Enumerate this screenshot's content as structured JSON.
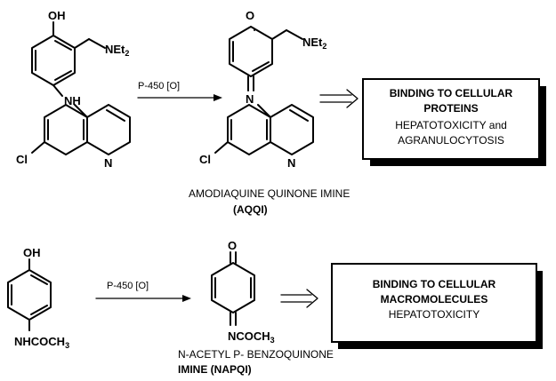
{
  "reaction1": {
    "reactant": {
      "oh": "OH",
      "net2": "NEt",
      "net2_sub": "2",
      "nh": "NH",
      "cl": "Cl",
      "n": "N"
    },
    "arrow_label": "P-450 [O]",
    "product": {
      "o": "O",
      "net2": "NEt",
      "net2_sub": "2",
      "n_imine": "N",
      "cl": "Cl",
      "n": "N"
    },
    "caption_line1": "AMODIAQUINE QUINONE IMINE",
    "caption_line2": "(AQQI)",
    "box": {
      "line1": "BINDING TO CELLULAR",
      "line2": "PROTEINS",
      "line3": "HEPATOTOXICITY and",
      "line4": "AGRANULOCYTOSIS"
    }
  },
  "reaction2": {
    "reactant": {
      "oh": "OH",
      "nhcoch3": "NHCOCH",
      "sub": "3"
    },
    "arrow_label": "P-450 [O]",
    "product": {
      "o": "O",
      "ncoch3": "NCOCH",
      "sub": "3"
    },
    "caption_line1": "N-ACETYL P- BENZOQUINONE",
    "caption_line2": "IMINE (NAPQI)",
    "box": {
      "line1": "BINDING TO CELLULAR",
      "line2": "MACROMOLECULES",
      "line3": "HEPATOTOXICITY"
    }
  }
}
